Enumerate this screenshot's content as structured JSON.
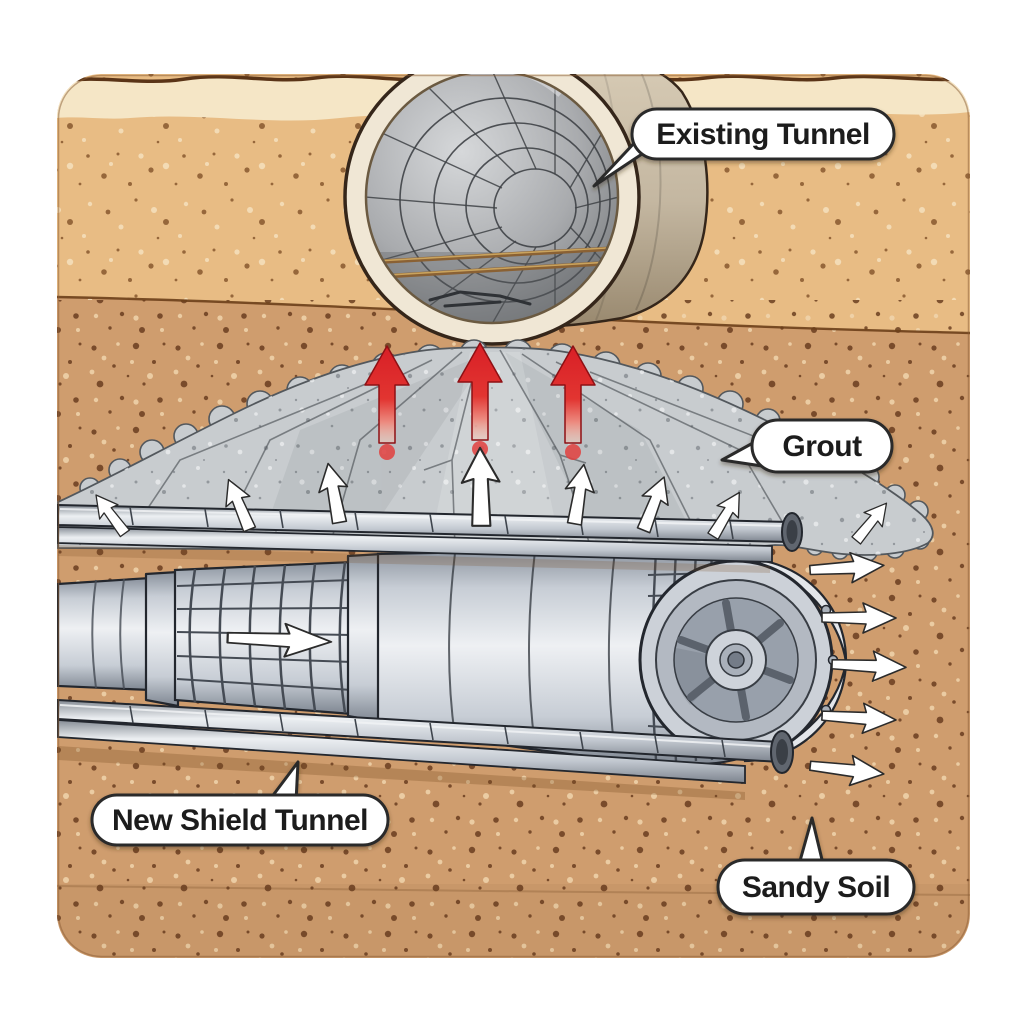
{
  "figure": {
    "type": "technical-illustration",
    "callouts": {
      "existing_tunnel": "Existing Tunnel",
      "grout": "Grout",
      "new_shield_tunnel": "New Shield Tunnel",
      "sandy_soil": "Sandy Soil"
    },
    "colors": {
      "soil_upper": "#e8bc84",
      "soil_lower": "#cf9d6e",
      "soil_surface_band": "#f5e6c6",
      "surface_outline": "#5a3417",
      "layer_line": "#6b3f19",
      "grout_fill": "#c8cccf",
      "grout_outline": "#53585d",
      "uplift_arrow_red": "#df2228",
      "flow_arrow_white": "#ffffff",
      "steel_light": "#eef0f3",
      "steel_mid": "#c7cdd5",
      "steel_dark": "#89919c",
      "machine_outline": "#23272e",
      "tunnel_ring_cream": "#f0e7d5",
      "tunnel_body_tan": "#c4b7a1",
      "tunnel_outline": "#35261a",
      "rail_brown": "#8a6134",
      "bubble_fill": "#ffffff",
      "bubble_outline": "#2a2a2a",
      "label_text": "#1a1a1a"
    }
  }
}
